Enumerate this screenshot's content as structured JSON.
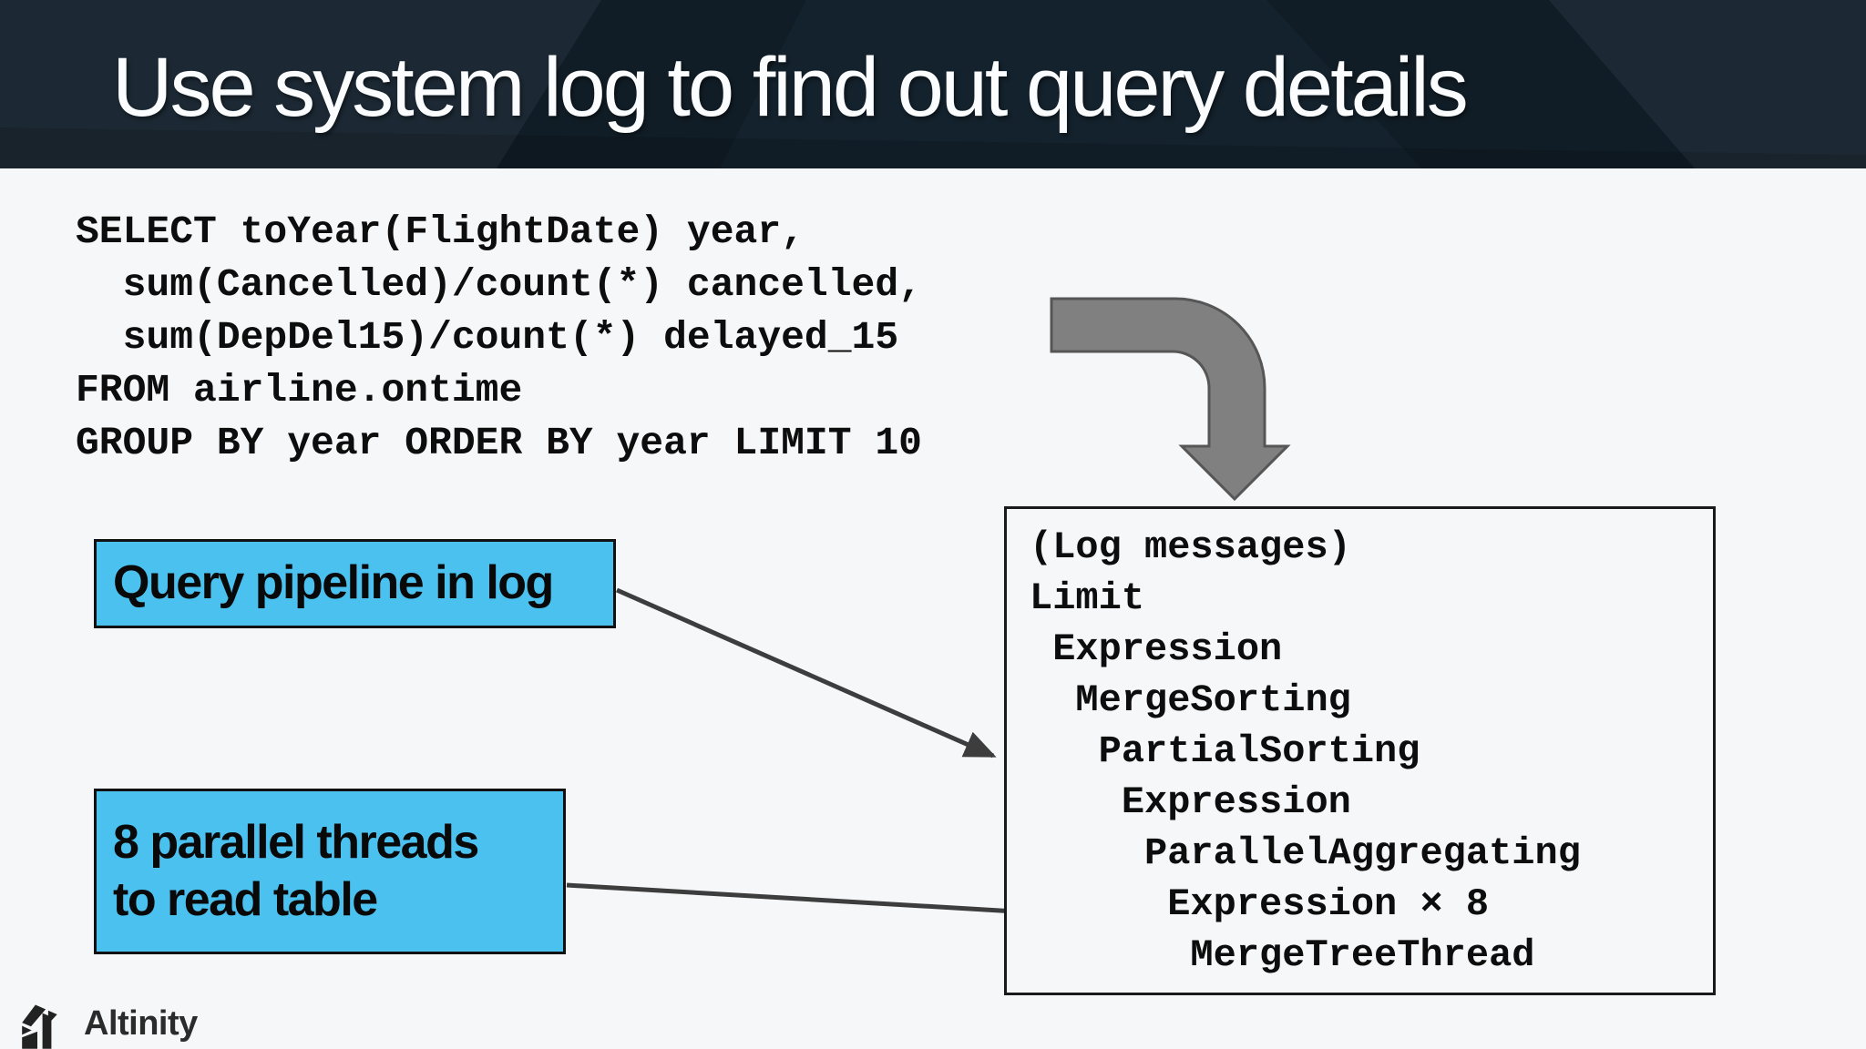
{
  "slide": {
    "title": "Use system log to find out query details",
    "sql_code": {
      "lines": [
        "SELECT toYear(FlightDate) year,",
        "  sum(Cancelled)/count(*) cancelled,",
        "  sum(DepDel15)/count(*) delayed_15",
        "FROM airline.ontime",
        "GROUP BY year ORDER BY year LIMIT 10"
      ]
    },
    "log_box": {
      "lines": [
        "(Log messages)",
        "Limit",
        " Expression",
        "  MergeSorting",
        "   PartialSorting",
        "    Expression",
        "     ParallelAggregating",
        "      Expression × 8",
        "       MergeTreeThread"
      ]
    },
    "callouts": [
      {
        "label": "Query pipeline in log"
      },
      {
        "label": "8 parallel threads\nto read table"
      }
    ],
    "footer": {
      "brand": "Altinity"
    },
    "colors": {
      "header_bg": "#14222d",
      "title_text": "#fafcfd",
      "body_bg": "#f6f7f8",
      "callout_bg": "#4bc1f0",
      "callout_border": "#111111",
      "box_border": "#1a1a1a",
      "code_text": "#0d0d0d",
      "big_arrow_fill": "#808080",
      "big_arrow_stroke": "#565656",
      "thin_arrow": "#3d3d3d",
      "logo_color": "#222222"
    }
  }
}
